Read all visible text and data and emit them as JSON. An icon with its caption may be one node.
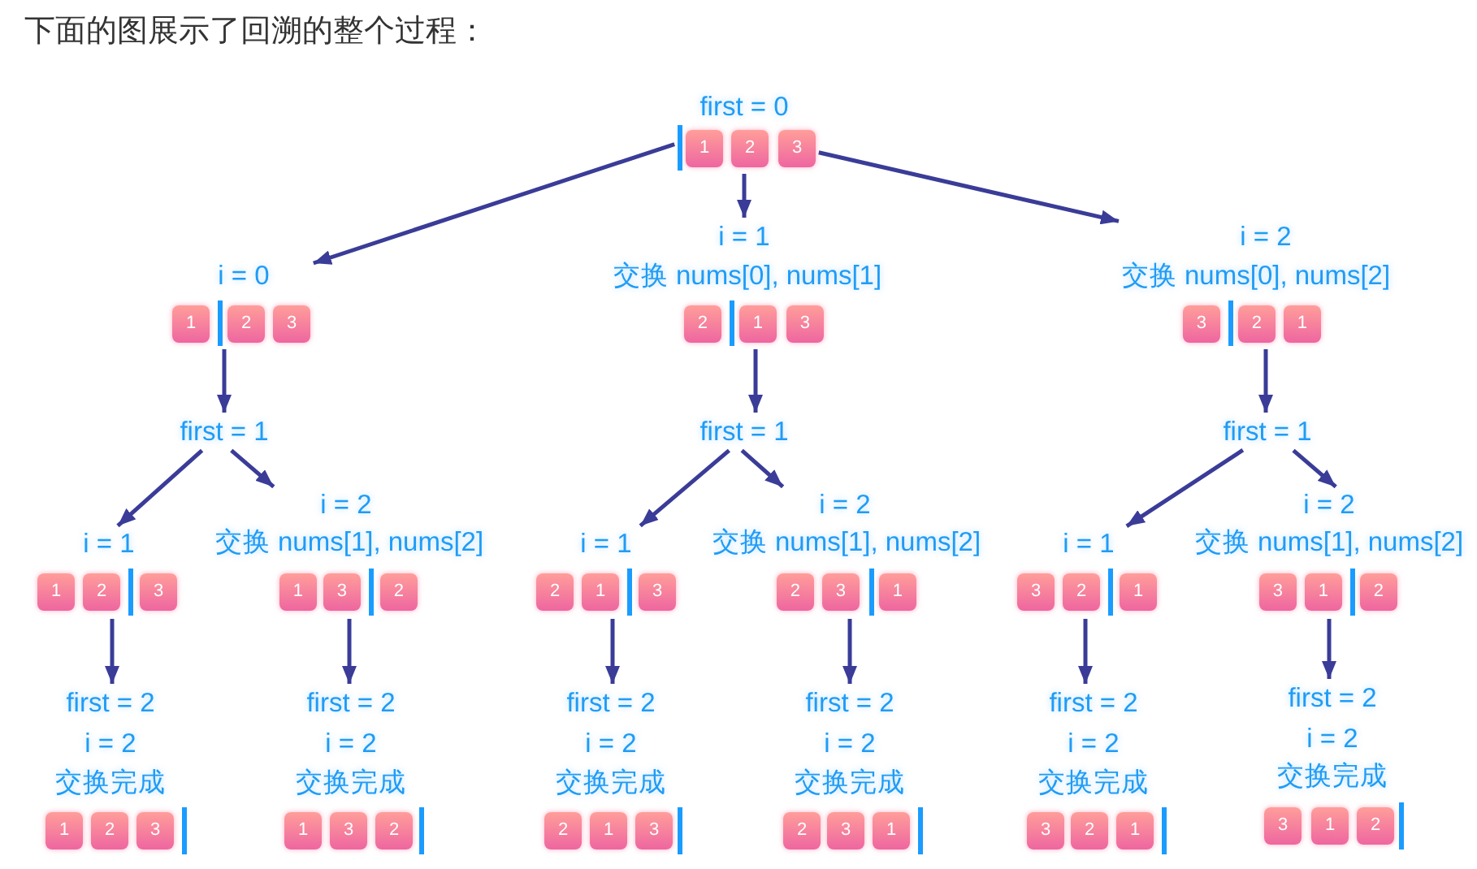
{
  "diagram": {
    "title": "下面的图展示了回溯的整个过程：",
    "nodes": [
      {
        "text": [
          "first = 0",
          "1",
          "2",
          "3"
        ]
      },
      {
        "text": [
          "i = 0",
          "1",
          "2",
          "3"
        ]
      },
      {
        "text": [
          "i = 1",
          "交换 nums[0], nums[1]",
          "2",
          "1",
          "3"
        ]
      },
      {
        "text": [
          "i = 2",
          "交换 nums[0], nums[2]",
          "3",
          "2",
          "1"
        ]
      },
      {
        "text": [
          "first = 1"
        ]
      },
      {
        "text": [
          "first = 1"
        ]
      },
      {
        "text": [
          "first = 1"
        ]
      },
      {
        "text": [
          "i = 1",
          "1",
          "2",
          "3"
        ]
      },
      {
        "text": [
          "i = 2",
          "交换 nums[1], nums[2]",
          "1",
          "3",
          "2"
        ]
      },
      {
        "text": [
          "i = 1",
          "2",
          "1",
          "3"
        ]
      },
      {
        "text": [
          "i = 2",
          "交换 nums[1], nums[2]",
          "2",
          "3",
          "1"
        ]
      },
      {
        "text": [
          "i = 1",
          "3",
          "2",
          "1"
        ]
      },
      {
        "text": [
          "i = 2",
          "交换 nums[1], nums[2]",
          "3",
          "1",
          "2"
        ]
      },
      {
        "text": [
          "first = 2",
          "i = 2",
          "交换完成",
          "1",
          "2",
          "3"
        ]
      },
      {
        "text": [
          "first = 2",
          "i = 2",
          "交换完成",
          "1",
          "3",
          "2"
        ]
      },
      {
        "text": [
          "first = 2",
          "i = 2",
          "交换完成",
          "2",
          "1",
          "3"
        ]
      },
      {
        "text": [
          "first = 2",
          "i = 2",
          "交换完成",
          "2",
          "3",
          "1"
        ]
      },
      {
        "text": [
          "first = 2",
          "i = 2",
          "交换完成",
          "3",
          "2",
          "1"
        ]
      },
      {
        "text": [
          "first = 2",
          "i = 2",
          "交换完成",
          "3",
          "1",
          "2"
        ]
      }
    ],
    "edges": [
      {
        "from": 0,
        "to": 1,
        "arrow": "to"
      },
      {
        "from": 0,
        "to": 2,
        "arrow": "to"
      },
      {
        "from": 0,
        "to": 3,
        "arrow": "to"
      },
      {
        "from": 1,
        "to": 4,
        "arrow": "to"
      },
      {
        "from": 2,
        "to": 5,
        "arrow": "to"
      },
      {
        "from": 3,
        "to": 6,
        "arrow": "to"
      },
      {
        "from": 4,
        "to": 7,
        "arrow": "to"
      },
      {
        "from": 4,
        "to": 8,
        "arrow": "to"
      },
      {
        "from": 5,
        "to": 9,
        "arrow": "to"
      },
      {
        "from": 5,
        "to": 10,
        "arrow": "to"
      },
      {
        "from": 6,
        "to": 11,
        "arrow": "to"
      },
      {
        "from": 6,
        "to": 12,
        "arrow": "to"
      },
      {
        "from": 7,
        "to": 13,
        "arrow": "to"
      },
      {
        "from": 8,
        "to": 14,
        "arrow": "to"
      },
      {
        "from": 9,
        "to": 15,
        "arrow": "to"
      },
      {
        "from": 10,
        "to": 16,
        "arrow": "to"
      },
      {
        "from": 11,
        "to": 17,
        "arrow": "to"
      },
      {
        "from": 12,
        "to": 18,
        "arrow": "to"
      }
    ]
  }
}
